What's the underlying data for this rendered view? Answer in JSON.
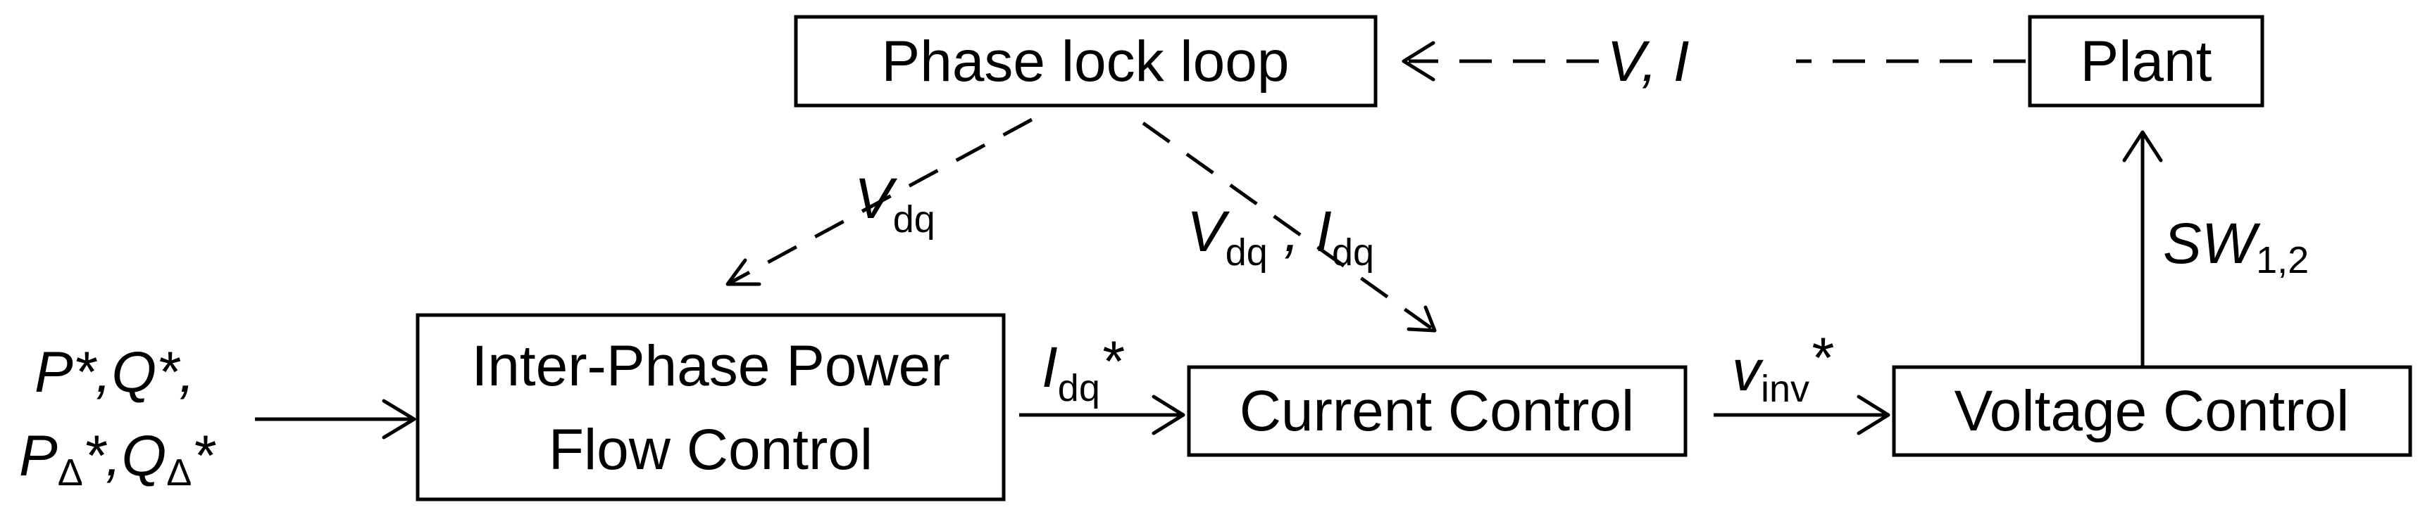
{
  "blocks": {
    "pll": "Phase lock loop",
    "plant": "Plant",
    "ipfc_line1": "Inter-Phase Power",
    "ipfc_line2": "Flow Control",
    "current": "Current Control",
    "voltage": "Voltage Control"
  },
  "signals": {
    "vi_feedback": "V, I",
    "vdq_main": "V",
    "vdq_sub": "dq",
    "vdq_idq_v": "V",
    "vdq_idq_vsub": "dq",
    "vdq_idq_sep": " , ",
    "vdq_idq_i": "I",
    "vdq_idq_isub": "dq",
    "idq_main": "I",
    "idq_sub": "dq",
    "idq_star": "*",
    "vinv_main": "v",
    "vinv_sub": "inv",
    "vinv_star": "*",
    "sw_main": "SW",
    "sw_sub": "1,2",
    "input_line1": "P*,Q*,",
    "input_line2_p": "P",
    "input_line2_psub": "Δ",
    "input_line2_mid": "*,Q",
    "input_line2_qsub": "Δ",
    "input_line2_end": "*"
  }
}
